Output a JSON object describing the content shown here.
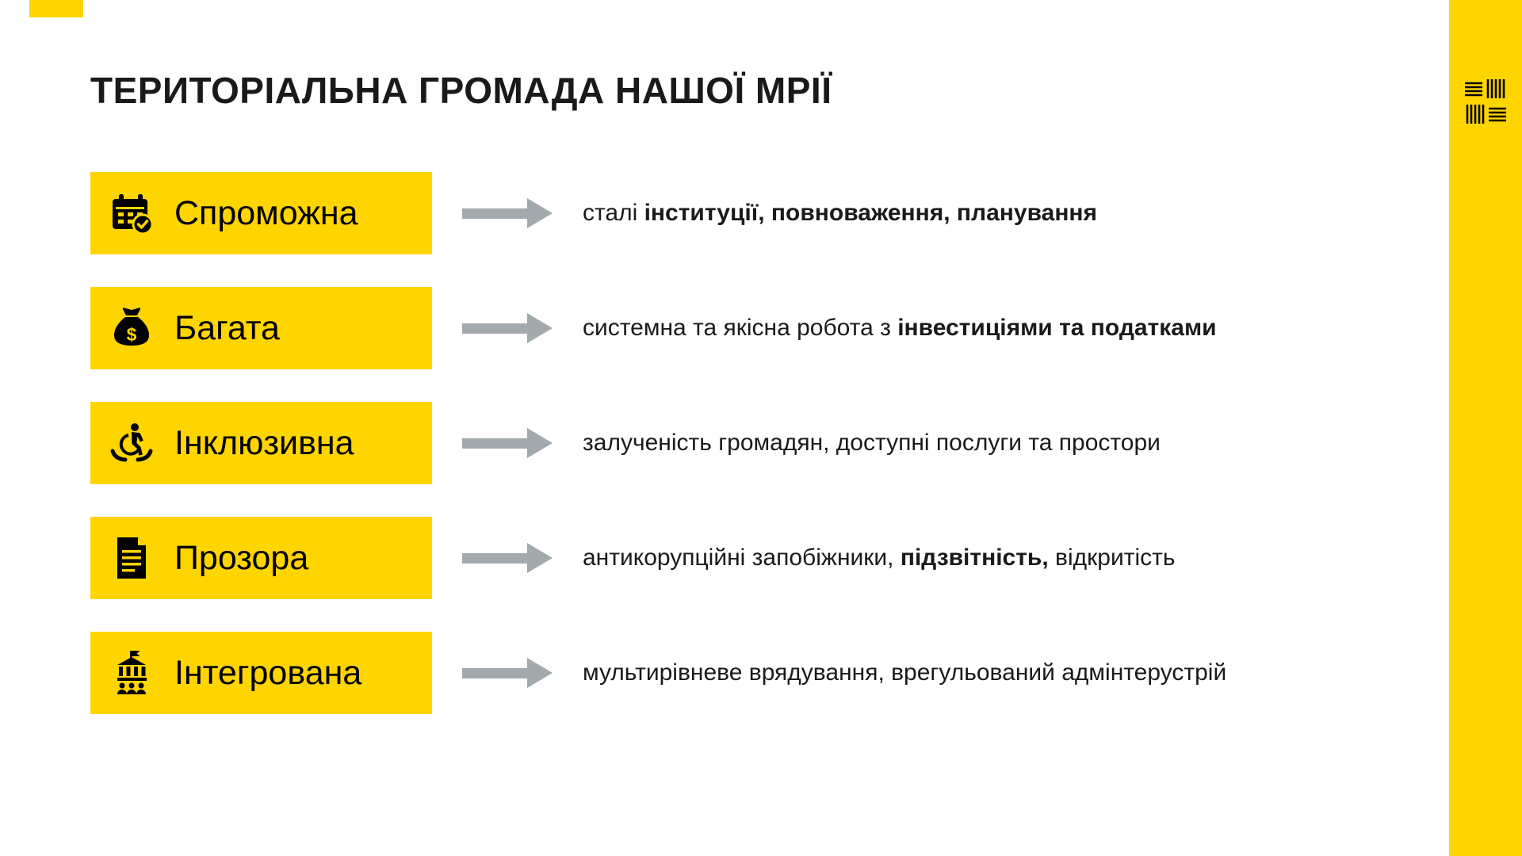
{
  "colors": {
    "accent": "#FFD500",
    "arrow": "#A2AAAD",
    "ink": "#1A1A1A",
    "bg": "#FFFFFF"
  },
  "glyphs": {
    "dollar": "$"
  },
  "header": {
    "title": "ТЕРИТОРІАЛЬНА ГРОМАДА НАШОЇ МРІЇ"
  },
  "rows": [
    {
      "label": "Спроможна",
      "icon": "calendar-check-icon",
      "desc": {
        "pre": "сталі ",
        "bold": "інституції, повноваження, планування",
        "post": ""
      }
    },
    {
      "label": "Багата",
      "icon": "money-bag-icon",
      "desc": {
        "pre": "системна та якісна робота з ",
        "bold": "інвестиціями та податками",
        "post": ""
      }
    },
    {
      "label": "Інклюзивна",
      "icon": "inclusive-hands-icon",
      "desc": {
        "pre": "залученість громадян, доступні послуги та простори",
        "bold": "",
        "post": ""
      }
    },
    {
      "label": "Прозора",
      "icon": "document-icon",
      "desc": {
        "pre": "антикорупційні запобіжники, ",
        "bold": "підзвітність,",
        "post": " відкритість"
      }
    },
    {
      "label": "Інтегрована",
      "icon": "government-building-icon",
      "desc": {
        "pre": "мультирівневе врядування, врегульований адмінтерустрій",
        "bold": "",
        "post": ""
      }
    }
  ]
}
